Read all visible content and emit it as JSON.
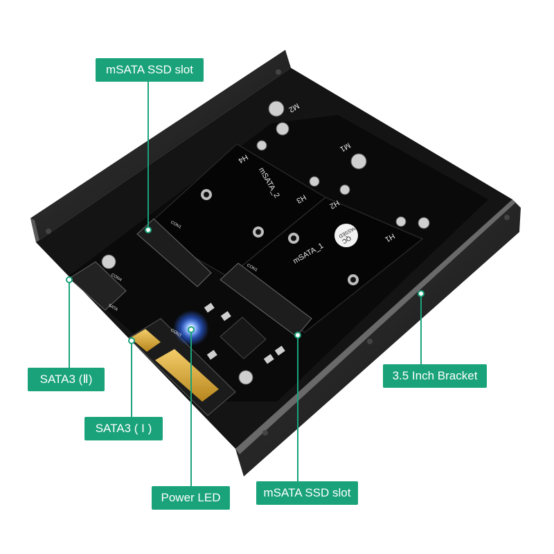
{
  "labels": {
    "msata_top": "mSATA SSD slot",
    "sata3_ii": "SATA3 (Ⅱ)",
    "bracket": "3.5 Inch Bracket",
    "sata3_i": "SATA3 ( I )",
    "power_led": "Power LED",
    "msata_bottom": "mSATA SSD slot"
  },
  "pcb_markings": {
    "m2": "M2",
    "m1": "M1",
    "h4": "H4",
    "h3": "H3",
    "h2": "H2",
    "h1": "H1",
    "msata_2": "mSATA_2",
    "msata_1": "mSATA_1",
    "qc": "QC",
    "passed": "PASSED",
    "con1_a": "CON1",
    "con1_b": "CON1",
    "con3": "CON3",
    "con4": "CON4",
    "sata_mark": "SATA"
  },
  "colors": {
    "callout_bg": "#1aa37a",
    "callout_line": "#1aa37a",
    "board": "#0c0c0c",
    "bracket": "#1c1c1c",
    "gold": "#d9a93a",
    "led": "#3a7cff"
  }
}
